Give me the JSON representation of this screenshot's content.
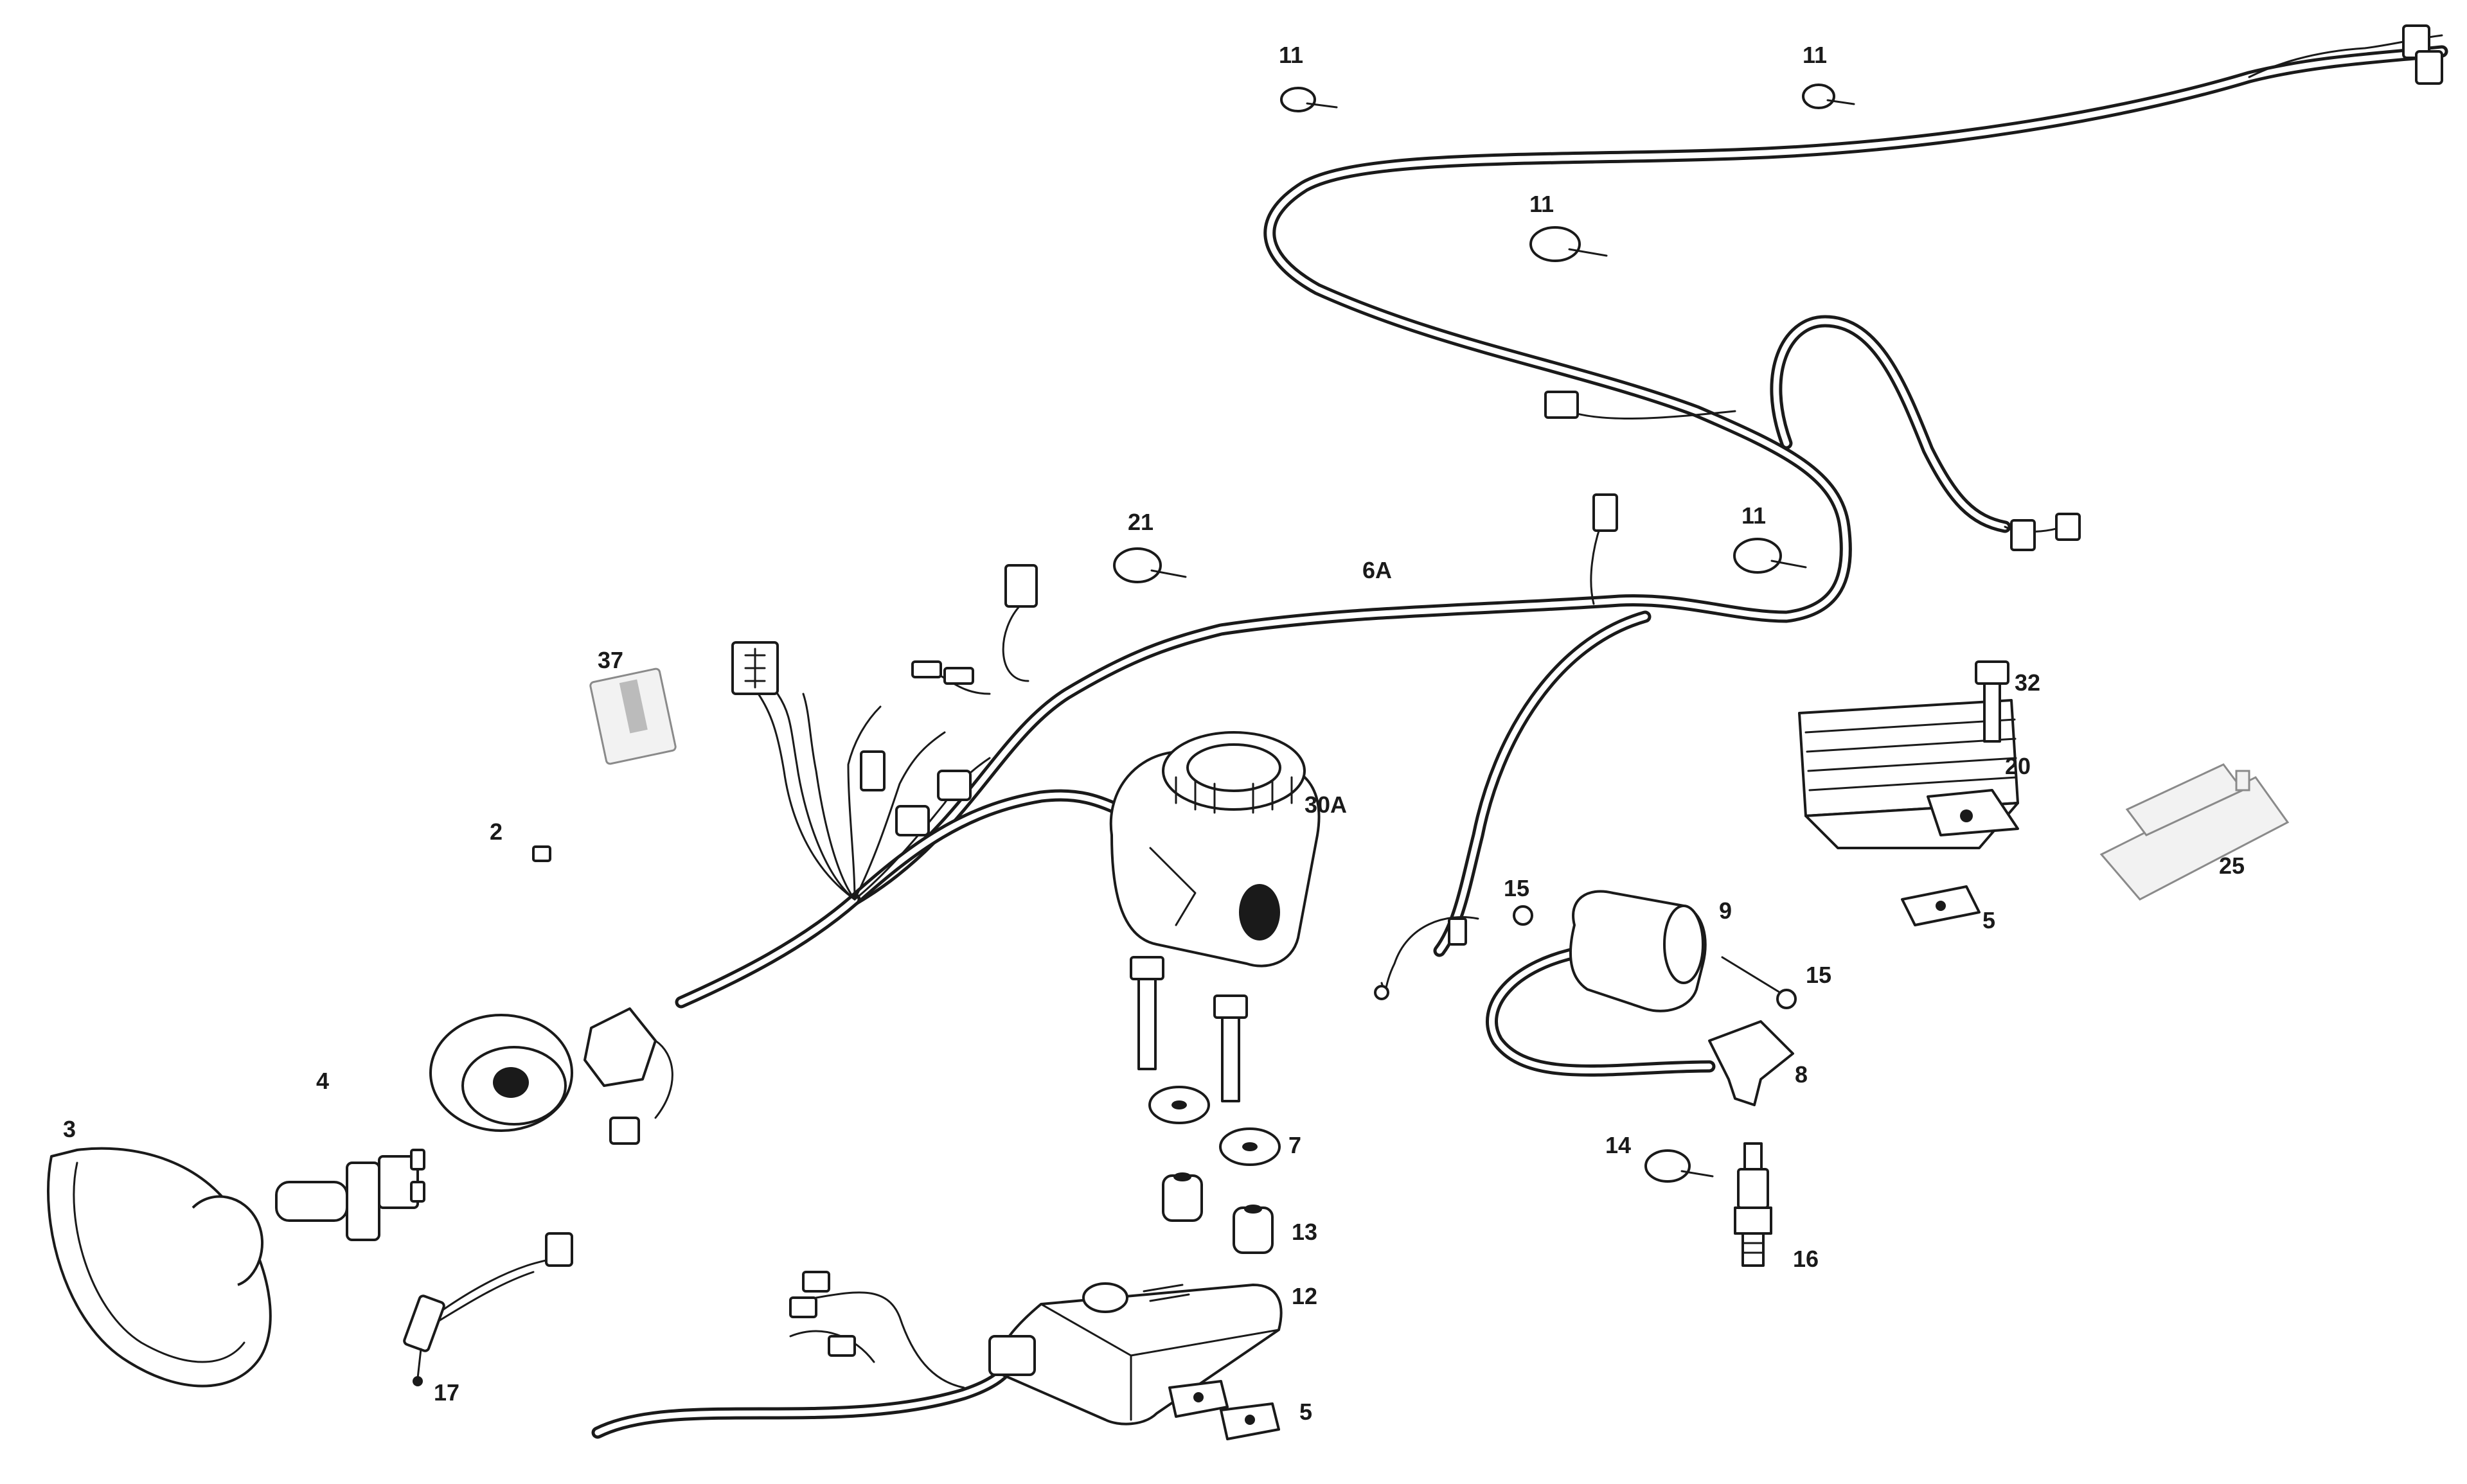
{
  "callouts": {
    "c11a": "11",
    "c11b": "11",
    "c11c": "11",
    "c11d": "11",
    "c21": "21",
    "c6a": "6A",
    "c37": "37",
    "c32": "32",
    "c20": "20",
    "c30a": "30A",
    "c2": "2",
    "c15a": "15",
    "c9": "9",
    "c15b": "15",
    "c25": "25",
    "c5a": "5",
    "c8": "8",
    "c4": "4",
    "c3": "3",
    "c7": "7",
    "c14": "14",
    "c13": "13",
    "c16": "16",
    "c12": "12",
    "c17": "17",
    "c5b": "5"
  },
  "colors": {
    "line": "#1a1a1a",
    "faded_part": "#8a8a8a",
    "background": "#ffffff"
  }
}
